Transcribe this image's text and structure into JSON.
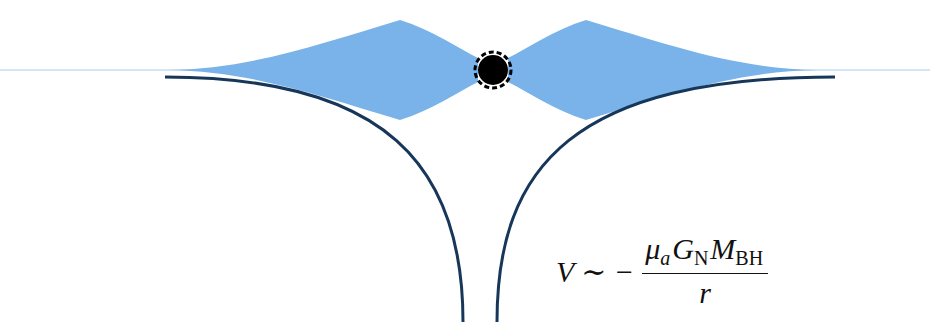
{
  "diagram": {
    "labels": [
      "V ∼ −",
      "μ",
      "a",
      "G",
      "N",
      "M",
      "BH",
      "r"
    ]
  }
}
